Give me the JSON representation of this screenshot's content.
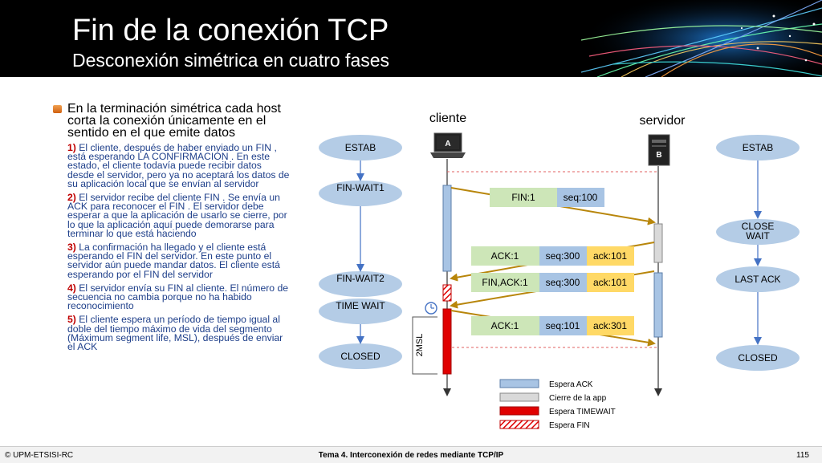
{
  "header": {
    "title": "Fin de la conexión TCP",
    "subtitle": "Desconexión simétrica en cuatro fases"
  },
  "left_text": {
    "intro": "En la terminación simétrica cada host corta la conexión únicamente en el sentido en el que emite datos",
    "items": [
      {
        "num": "1)",
        "text": "El cliente, después de haber enviado un FIN , está esperando LA CONFIRMACIÓN . En este estado, el cliente todavía puede recibir datos desde el servidor, pero ya no aceptará los datos de su aplicación local que se envían al servidor"
      },
      {
        "num": "2)",
        "text": "El servidor recibe del cliente FIN . Se envía un ACK para reconocer el FIN . El servidor debe esperar a que la aplicación de usarlo se cierre, por lo que la aplicación aquí puede demorarse para terminar lo que está haciendo"
      },
      {
        "num": "3)",
        "text": "La confirmación ha llegado y el cliente está esperando el FIN del servidor. En este punto el servidor aún puede mandar datos. El cliente está esperando por el FIN del servidor"
      },
      {
        "num": "4)",
        "text": "El servidor envía su FIN al cliente. El número de secuencia no cambia  porque no ha habido reconocimiento"
      },
      {
        "num": "5)",
        "text": "El cliente espera un período de tiempo igual al doble del tiempo máximo de vida del segmento (Máximum segment life, MSL), después de enviar el ACK"
      }
    ]
  },
  "diagram": {
    "client_label": "cliente",
    "server_label": "servidor",
    "client_host": "A",
    "server_host": "B",
    "client_states": [
      "ESTAB",
      "FIN-WAIT1",
      "FIN-WAIT2",
      "TIME WAIT",
      "CLOSED"
    ],
    "server_states": [
      "ESTAB",
      "CLOSE WAIT",
      "LAST ACK",
      "CLOSED"
    ],
    "timer_label": "2MSL",
    "segments": [
      {
        "fields": [
          "FIN:1",
          "seq:100"
        ]
      },
      {
        "fields": [
          "ACK:1",
          "seq:300",
          "ack:101"
        ]
      },
      {
        "fields": [
          "FIN,ACK:1",
          "seq:300",
          "ack:101"
        ]
      },
      {
        "fields": [
          "ACK:1",
          "seq:101",
          "ack:301"
        ]
      }
    ],
    "legend": [
      {
        "label": "Espera ACK"
      },
      {
        "label": "Cierre de la app"
      },
      {
        "label": "Espera TIMEWAIT"
      },
      {
        "label": "Espera FIN"
      }
    ]
  },
  "colors": {
    "state_fill": "#b4cce6",
    "blue_bar": "#a8c4e4",
    "gray_bar": "#d9d9d9",
    "red_bar": "#e00000",
    "arrow": "#b8860b",
    "field_green": "#cde6b8",
    "field_blue": "#a8c4e4",
    "field_yellow": "#ffd966",
    "accent_red": "#c00000"
  },
  "footer": {
    "left": "© UPM-ETSISI-RC",
    "center": "Tema 4. Interconexión de redes mediante TCP/IP",
    "right": "115"
  }
}
